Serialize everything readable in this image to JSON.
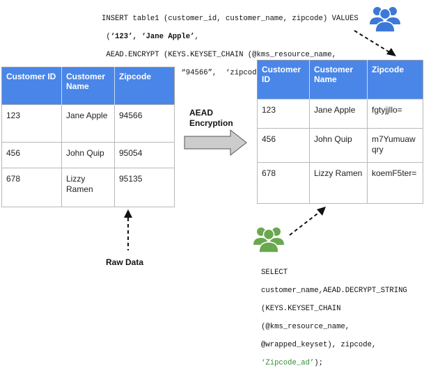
{
  "insert_code": {
    "line1": "INSERT table1 (customer_id, customer_name, zipcode) VALUES",
    "line2_pre": " (",
    "line2_bold": "‘123’, ‘Jane Apple’",
    "line2_post": ",",
    "line3": " AEAD.ENCRYPT (KEYS.KEYSET_CHAIN (@kms_resource_name,",
    "line4": "@wrapped_keyset), “94566”,  ‘zipcode_ad’) as zipcode));"
  },
  "left_table": {
    "headers": [
      "Customer ID",
      "Customer Name",
      "Zipcode"
    ],
    "rows": [
      [
        "123",
        "Jane Apple",
        "94566"
      ],
      [
        "456",
        "John Quip",
        "95054"
      ],
      [
        "678",
        "Lizzy Ramen",
        "95135"
      ]
    ]
  },
  "right_table": {
    "headers": [
      "Customer ID",
      "Customer Name",
      "Zipcode"
    ],
    "rows": [
      [
        "123",
        "Jane Apple",
        "fgtyjjllo="
      ],
      [
        "456",
        "John Quip",
        "m7Yumuaw qry"
      ],
      [
        "678",
        "Lizzy Ramen",
        "koemF5ter="
      ]
    ]
  },
  "arrow_label": "AEAD Encryption",
  "raw_label": "Raw Data",
  "select_code": {
    "line1": "SELECT",
    "line2": "customer_name,AEAD.DECRYPT_STRING",
    "line3": "(KEYS.KEYSET_CHAIN",
    "line4": "(@kms_resource_name,",
    "line5": "@wrapped_keyset), zipcode,",
    "line6_green": "‘Zipcode_ad’",
    "line6_post": ");"
  },
  "colors": {
    "header_blue": "#4a86e8",
    "user_blue": "#3d78d8",
    "user_green": "#6aa84f",
    "arrow_gray": "#cccccc"
  },
  "icons": [
    "user-group-icon-blue",
    "user-group-icon-green"
  ]
}
